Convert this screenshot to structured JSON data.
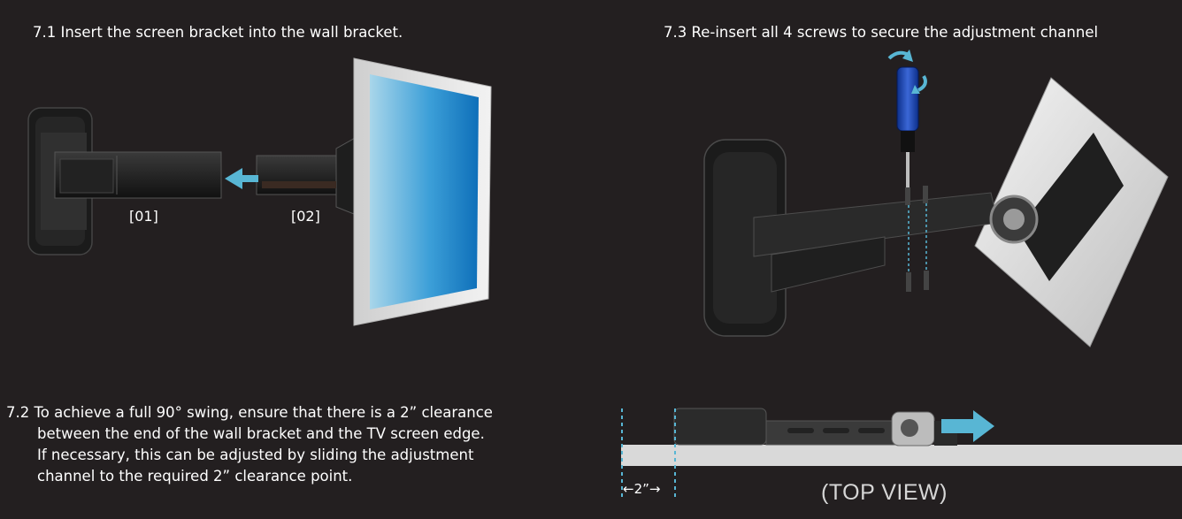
{
  "captions": {
    "step_7_1": "7.1 Insert the screen bracket into the wall bracket.",
    "step_7_3": "7.3 Re-insert all 4 screws to secure the adjustment channel"
  },
  "step_7_2": {
    "line1": "7.2 To achieve a full 90° swing, ensure that there is a 2” clearance",
    "line2": "between the end of the wall bracket and the TV screen edge.",
    "line3": "If necessary, this can be adjusted by sliding the adjustment",
    "line4": "channel to the required 2” clearance point."
  },
  "labels": {
    "part_01": "[01]",
    "part_02": "[02]",
    "clearance": "←2”→",
    "top_view": "(TOP VIEW)"
  },
  "colors": {
    "background": "#231f20",
    "arrow": "#58b6d4",
    "screen_blue": "#1a86c8",
    "frame": "#e6e6e6"
  }
}
